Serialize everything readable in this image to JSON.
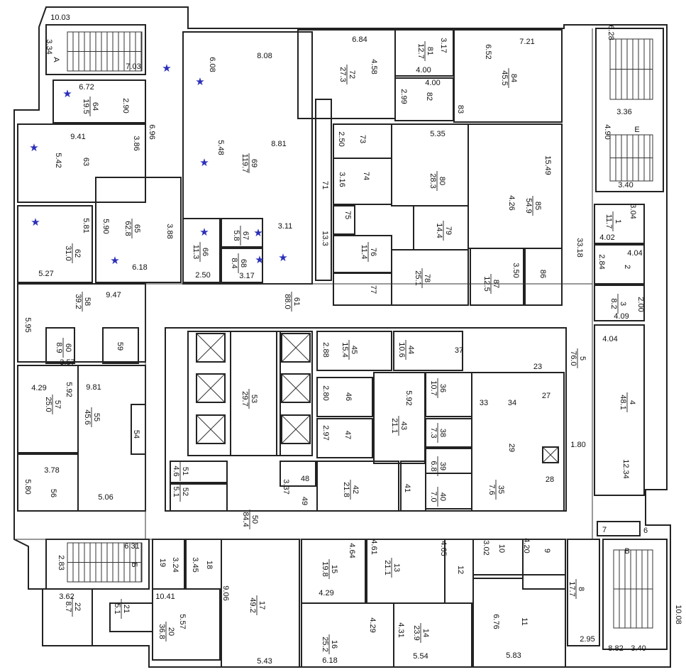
{
  "stairs": {
    "a": "А",
    "e": "Е",
    "b_left": "Б",
    "b_right": "В"
  },
  "rooms": [
    {
      "n": "64",
      "a": "19.5"
    },
    {
      "n": "63"
    },
    {
      "n": "69",
      "a": "119.7"
    },
    {
      "n": "71"
    },
    {
      "n": "62",
      "a": "31.0"
    },
    {
      "n": "65",
      "a": "62.8"
    },
    {
      "n": "66",
      "a": "11.3"
    },
    {
      "n": "67",
      "a": "5.8"
    },
    {
      "n": "68",
      "a": "8.4"
    },
    {
      "n": "58",
      "a": "39.2"
    },
    {
      "n": "61",
      "a": "88.0"
    },
    {
      "n": "60",
      "a": "8.9"
    },
    {
      "n": "59"
    },
    {
      "n": "57",
      "a": "25.0"
    },
    {
      "n": "55",
      "a": "45.6"
    },
    {
      "n": "54"
    },
    {
      "n": "56"
    },
    {
      "n": "53",
      "a": "29.7"
    },
    {
      "n": "51",
      "a": "4.6"
    },
    {
      "n": "52",
      "a": "5.1"
    },
    {
      "n": "50",
      "a": "84.4"
    },
    {
      "n": "48"
    },
    {
      "n": "49"
    },
    {
      "n": "45",
      "a": "15.4"
    },
    {
      "n": "44",
      "a": "10.6"
    },
    {
      "n": "37"
    },
    {
      "n": "46"
    },
    {
      "n": "47"
    },
    {
      "n": "43",
      "a": "21.1"
    },
    {
      "n": "42",
      "a": "21.8"
    },
    {
      "n": "41"
    },
    {
      "n": "36",
      "a": "10.7"
    },
    {
      "n": "38",
      "a": "7.3"
    },
    {
      "n": "39",
      "a": "6.8"
    },
    {
      "n": "40",
      "a": "7.0"
    },
    {
      "n": "33"
    },
    {
      "n": "34"
    },
    {
      "n": "27"
    },
    {
      "n": "23"
    },
    {
      "n": "29"
    },
    {
      "n": "35",
      "a": "7.6"
    },
    {
      "n": "28"
    },
    {
      "n": "5",
      "a": "76.0"
    },
    {
      "n": "4",
      "a": "48.1"
    },
    {
      "n": "72",
      "a": "27.3"
    },
    {
      "n": "81",
      "a": "12.7"
    },
    {
      "n": "82"
    },
    {
      "n": "83"
    },
    {
      "n": "84",
      "a": "45.5"
    },
    {
      "n": "73"
    },
    {
      "n": "74"
    },
    {
      "n": "75"
    },
    {
      "n": "76",
      "a": "11.4"
    },
    {
      "n": "77"
    },
    {
      "n": "80",
      "a": "28.3"
    },
    {
      "n": "79",
      "a": "14.4"
    },
    {
      "n": "78",
      "a": "25.1"
    },
    {
      "n": "85",
      "a": "54.9"
    },
    {
      "n": "87",
      "a": "12.5"
    },
    {
      "n": "86"
    },
    {
      "n": "1",
      "a": "11.7"
    },
    {
      "n": "2"
    },
    {
      "n": "3",
      "a": "8.2"
    },
    {
      "n": "19"
    },
    {
      "n": "18"
    },
    {
      "n": "22",
      "a": "8.7"
    },
    {
      "n": "21",
      "a": "5.1"
    },
    {
      "n": "20",
      "a": "36.8"
    },
    {
      "n": "17",
      "a": "49.2"
    },
    {
      "n": "15",
      "a": "19.8"
    },
    {
      "n": "13",
      "a": "21.1"
    },
    {
      "n": "12"
    },
    {
      "n": "10"
    },
    {
      "n": "9"
    },
    {
      "n": "8",
      "a": "17.7"
    },
    {
      "n": "16",
      "a": "25.2"
    },
    {
      "n": "14",
      "a": "23.9"
    },
    {
      "n": "11"
    },
    {
      "n": "7"
    },
    {
      "n": "6"
    }
  ],
  "dims": [
    "10.03",
    "3.34",
    "7.03",
    "6.72",
    "2.90",
    "6.96",
    "9.41",
    "3.86",
    "5.42",
    "6.08",
    "8.08",
    "5.48",
    "8.81",
    "13.3",
    "5.81",
    "5.27",
    "5.90",
    "6.18",
    "3.88",
    "2.50",
    "3.17",
    "3.11",
    "9.47",
    "5.95",
    "3.57",
    "4.29",
    "5.92",
    "9.81",
    "3.78",
    "5.80",
    "5.06",
    "3.37",
    "2.88",
    "2.80",
    "2.97",
    "5.92",
    "1.80",
    "4.04",
    "12.34",
    "6.84",
    "4.58",
    "3.17",
    "4.00",
    "4.00",
    "2.99",
    "7.21",
    "6.52",
    "2.50",
    "3.16",
    "5.35",
    "15.49",
    "4.26",
    "3.50",
    "33.18",
    "6.28",
    "3.36",
    "4.90",
    "3.40",
    "3.04",
    "4.02",
    "4.04",
    "2.84",
    "4.09",
    "2.00",
    "6.31",
    "2.83",
    "3.24",
    "3.45",
    "3.62",
    "10.41",
    "5.57",
    "9.06",
    "5.43",
    "4.64",
    "4.29",
    "4.61",
    "4.65",
    "3.02",
    "4.20",
    "2.95",
    "4.29",
    "6.18",
    "4.31",
    "5.54",
    "6.76",
    "5.83",
    "8.82",
    "3.40",
    "10.08"
  ],
  "colors": {
    "wall": "#222222",
    "marker": "#2b2fb8"
  },
  "markers": {
    "icon": "star-icon",
    "count": 11
  }
}
